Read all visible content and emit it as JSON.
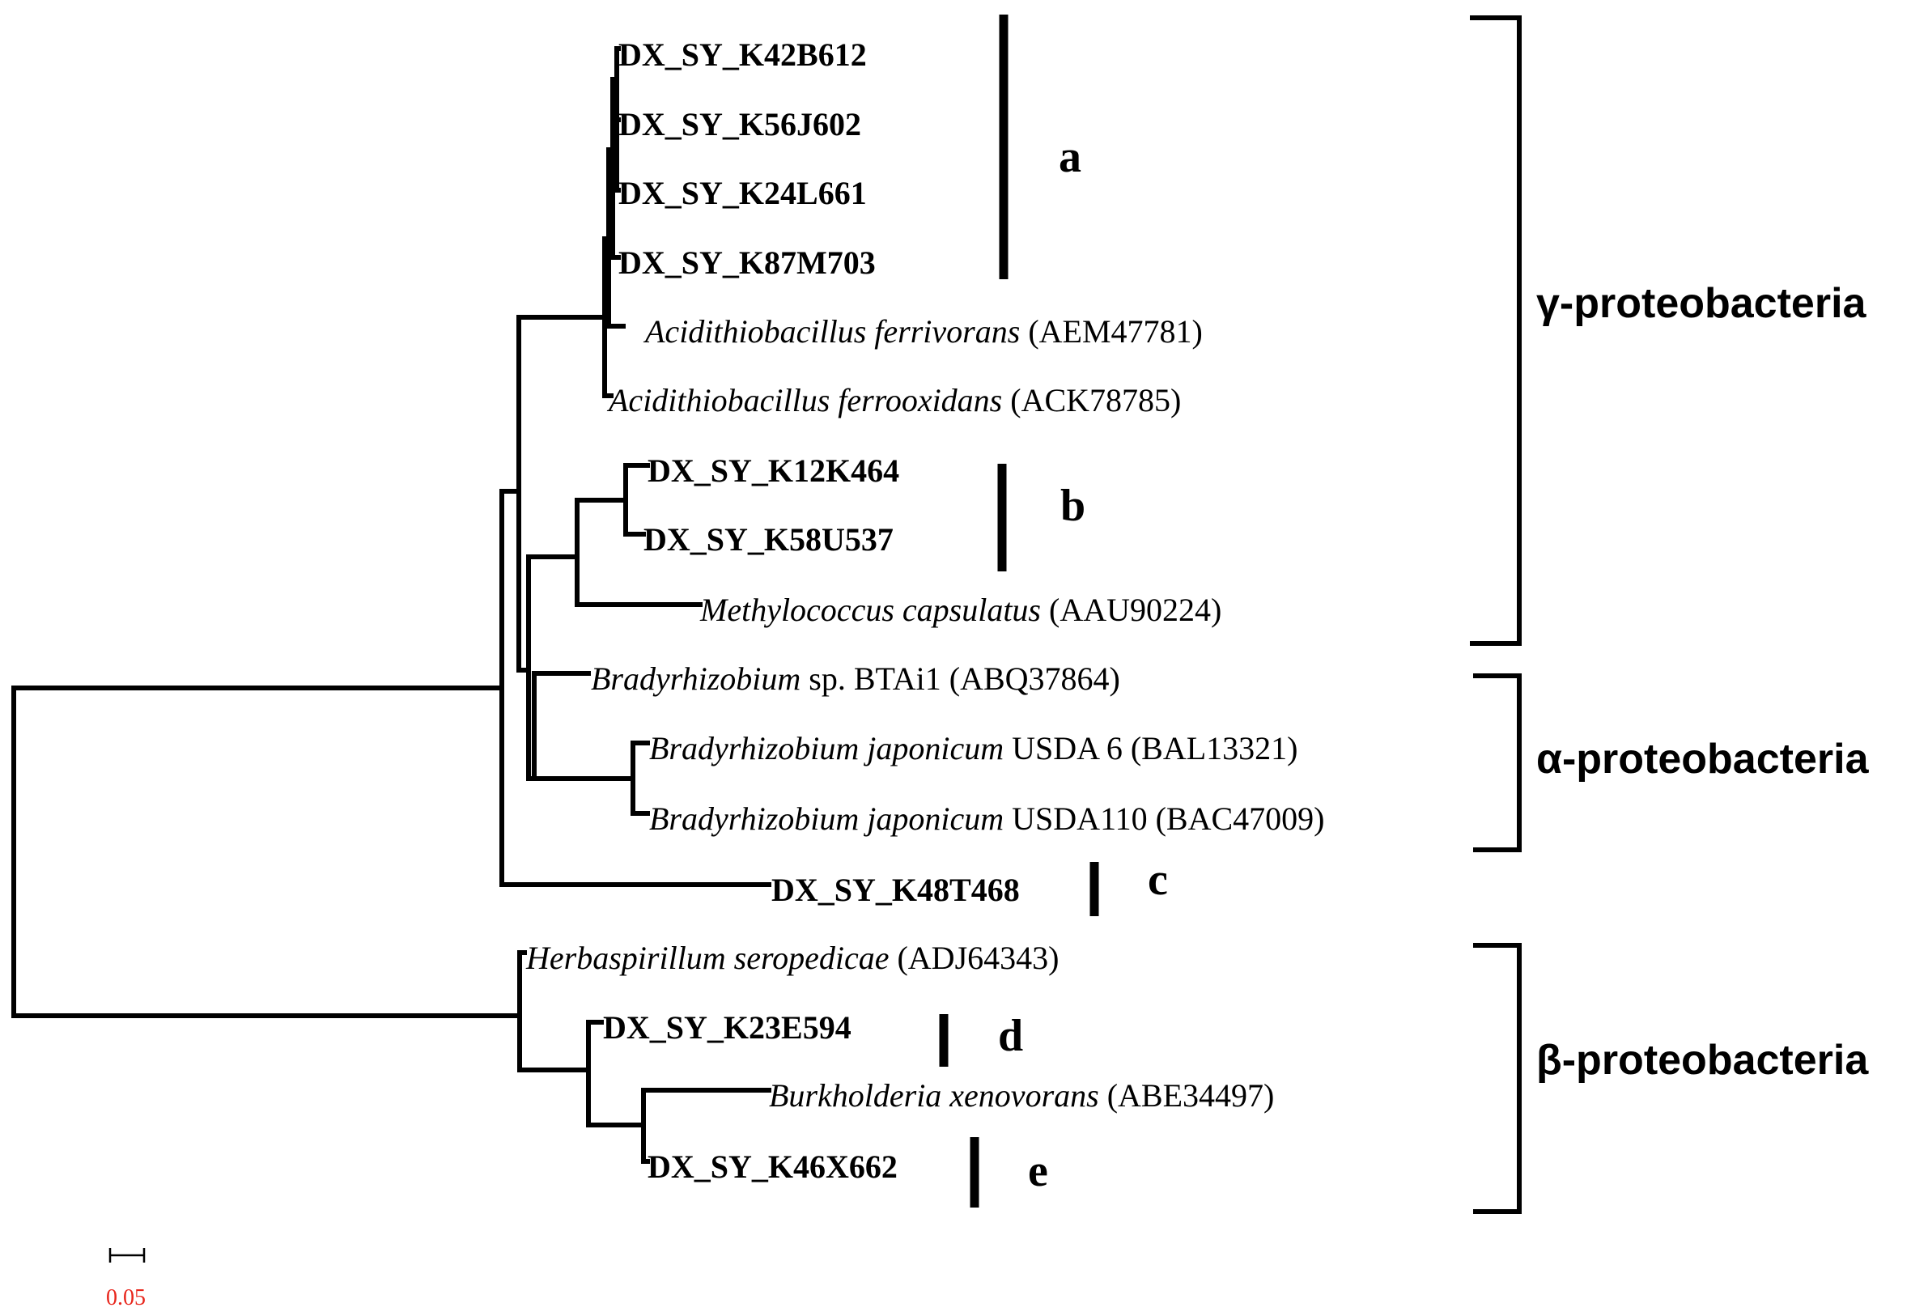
{
  "leaves": [
    {
      "id": "K42B612",
      "italic": "",
      "rest": "DX_SY_K42B612",
      "bold": true
    },
    {
      "id": "K56J602",
      "italic": "",
      "rest": "DX_SY_K56J602",
      "bold": true
    },
    {
      "id": "K24L661",
      "italic": "",
      "rest": "DX_SY_K24L661",
      "bold": true
    },
    {
      "id": "K87M703",
      "italic": "",
      "rest": "DX_SY_K87M703",
      "bold": true
    },
    {
      "id": "AEM47781",
      "italic": "Acidithiobacillus ferrivorans",
      "rest": " (AEM47781)",
      "bold": false
    },
    {
      "id": "ACK78785",
      "italic": "Acidithiobacillus ferrooxidans",
      "rest": " (ACK78785)",
      "bold": false
    },
    {
      "id": "K12K464",
      "italic": "",
      "rest": "DX_SY_K12K464",
      "bold": true
    },
    {
      "id": "K58U537",
      "italic": "",
      "rest": "DX_SY_K58U537",
      "bold": true
    },
    {
      "id": "AAU90224",
      "italic": "Methylococcus capsulatus",
      "rest": " (AAU90224)",
      "bold": false
    },
    {
      "id": "ABQ37864",
      "italic": "Bradyrhizobium",
      "rest": " sp. BTAi1 (ABQ37864)",
      "bold": false
    },
    {
      "id": "BAL13321",
      "italic": "Bradyrhizobium japonicum",
      "rest": " USDA 6 (BAL13321)",
      "bold": false
    },
    {
      "id": "BAC47009",
      "italic": "Bradyrhizobium japonicum",
      "rest": " USDA110 (BAC47009)",
      "bold": false
    },
    {
      "id": "K48T468",
      "italic": "",
      "rest": "DX_SY_K48T468",
      "bold": true
    },
    {
      "id": "ADJ64343",
      "italic": "Herbaspirillum seropedicae",
      "rest": " (ADJ64343)",
      "bold": false
    },
    {
      "id": "K23E594",
      "italic": "",
      "rest": "DX_SY_K23E594",
      "bold": true
    },
    {
      "id": "ABE34497",
      "italic": "Burkholderia xenovorans",
      "rest": " (ABE34497)",
      "bold": false
    },
    {
      "id": "K46X662",
      "italic": "",
      "rest": "DX_SY_K46X662",
      "bold": true
    }
  ],
  "clades": [
    {
      "letter": "a"
    },
    {
      "letter": "b"
    },
    {
      "letter": "c"
    },
    {
      "letter": "d"
    },
    {
      "letter": "e"
    }
  ],
  "groups": [
    {
      "label": "γ-proteobacteria"
    },
    {
      "label": "α-proteobacteria"
    },
    {
      "label": "β-proteobacteria"
    }
  ],
  "scale": {
    "label": "0.05",
    "label_color": "#e8261c"
  }
}
